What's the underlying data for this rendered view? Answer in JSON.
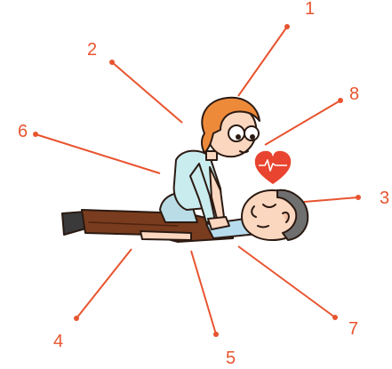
{
  "colors": {
    "accent": "#e8542f",
    "heart": "#e8442f",
    "hair": "#ed8a3a",
    "shirt": "#c9ecef",
    "pants": "#7a3c1e",
    "skin": "#fbd7c0",
    "man_hair": "#6f6f6f"
  },
  "labels": {
    "n1": "1",
    "n2": "2",
    "n3": "3",
    "n4": "4",
    "n5": "5",
    "n6": "6",
    "n7": "7",
    "n8": "8"
  },
  "icons": {
    "heart": "heart-pulse-icon"
  }
}
